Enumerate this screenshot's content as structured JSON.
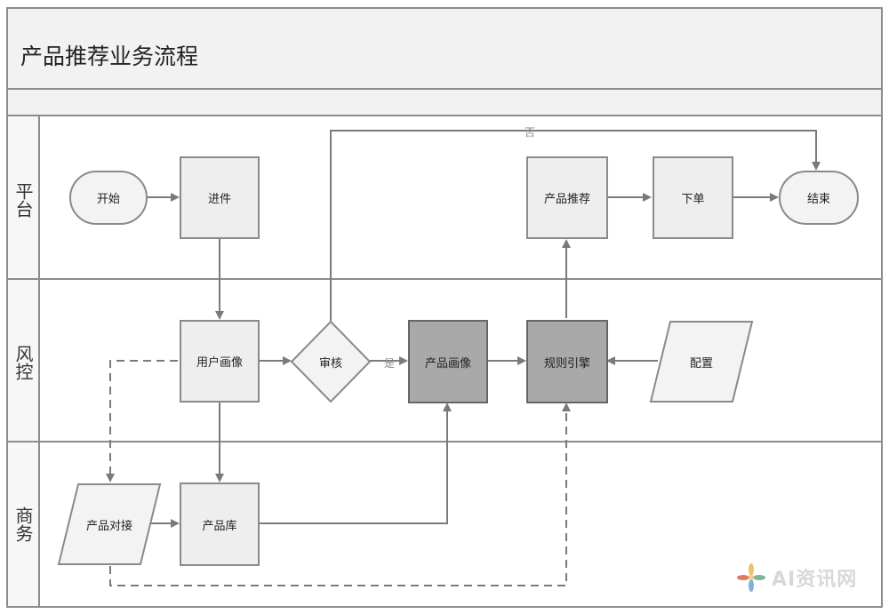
{
  "title": "产品推荐业务流程",
  "lanes": [
    {
      "label": "平台"
    },
    {
      "label": "风控"
    },
    {
      "label": "商务"
    }
  ],
  "nodes": {
    "start": "开始",
    "entry": "进件",
    "product_recommend": "产品推荐",
    "order": "下单",
    "end": "结束",
    "user_profile": "用户画像",
    "review": "审核",
    "product_profile": "产品画像",
    "rule_engine": "规则引擎",
    "config": "配置",
    "product_docking": "产品对接",
    "product_library": "产品库"
  },
  "edge_labels": {
    "yes": "是",
    "no": "否"
  },
  "watermark": {
    "text": "AI资讯网",
    "icon": "sparkle-icon"
  },
  "colors": {
    "border": "#8a8a8a",
    "node_fill": "#eeeeee",
    "highlight_fill": "#a9a9a9",
    "line": "#7a7a7a"
  }
}
